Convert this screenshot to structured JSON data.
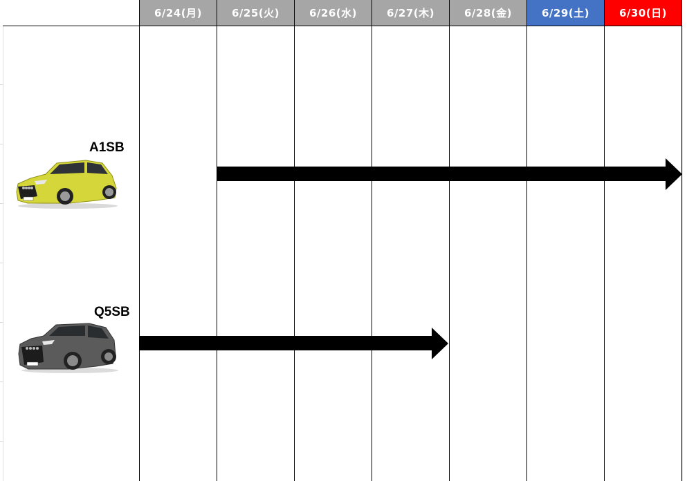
{
  "schedule": {
    "days": [
      {
        "label": "6/24(月)",
        "color": "#a6a6a6"
      },
      {
        "label": "6/25(火)",
        "color": "#a6a6a6"
      },
      {
        "label": "6/26(水)",
        "color": "#a6a6a6"
      },
      {
        "label": "6/27(木)",
        "color": "#a6a6a6"
      },
      {
        "label": "6/28(金)",
        "color": "#a6a6a6"
      },
      {
        "label": "6/29(土)",
        "color": "#4472c4"
      },
      {
        "label": "6/30(日)",
        "color": "#ff0000"
      }
    ],
    "cars": [
      {
        "name": "A1SB",
        "car_color": "#d4d63a",
        "start_day": "6/25(火)",
        "end_day": "6/30(日)"
      },
      {
        "name": "Q5SB",
        "car_color": "#5b5b5b",
        "start_day": "6/24(月)",
        "end_day": "6/27(木)"
      }
    ]
  }
}
